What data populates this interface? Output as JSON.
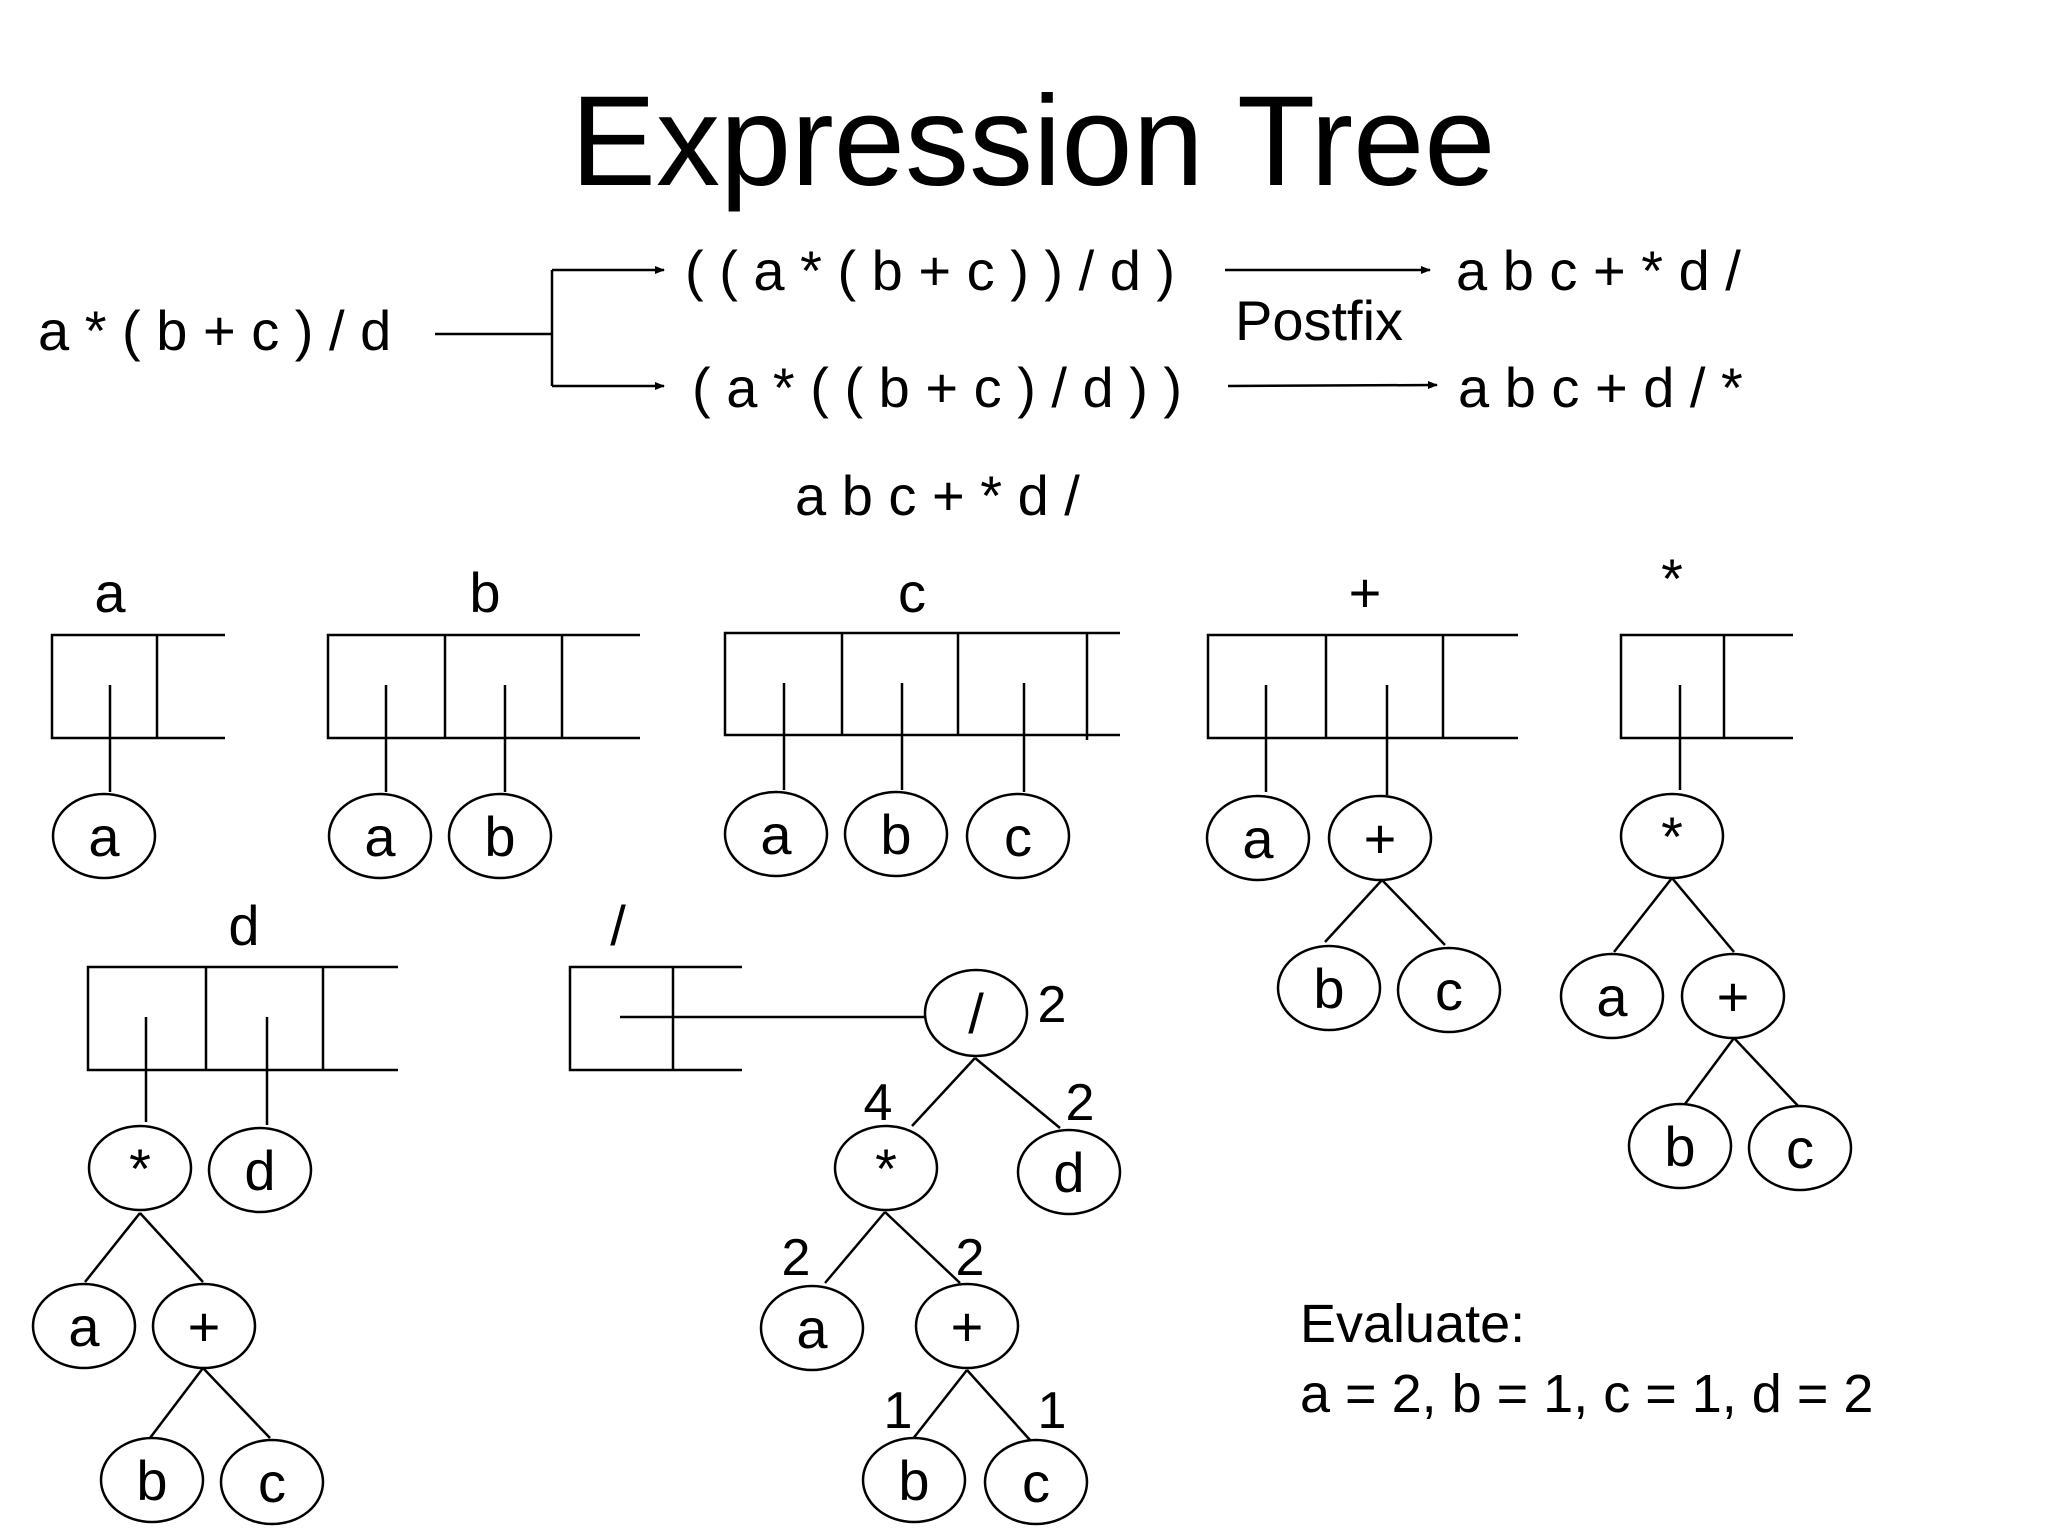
{
  "title": "Expression Tree",
  "infix": "a * ( b + c ) / d",
  "parenthesizations": [
    {
      "expr": "( ( a * ( b + c ) ) / d )",
      "postfix": "a b c + * d /"
    },
    {
      "expr": "( a * ( ( b + c ) / d ) )",
      "postfix": "a b c + d / *"
    }
  ],
  "arrow_label": "Postfix",
  "postfix_input": "a b c + * d /",
  "steps": {
    "a": "a",
    "b": "b",
    "c": "c",
    "plus": "+",
    "star": "*",
    "d": "d",
    "slash": "/"
  },
  "nodes": {
    "a": "a",
    "b": "b",
    "c": "c",
    "d": "d",
    "plus": "+",
    "star": "*",
    "slash": "/"
  },
  "evaluation": {
    "root": "2",
    "star": "4",
    "d": "2",
    "a": "2",
    "plus": "2",
    "b": "1",
    "c": "1"
  },
  "evaluate": {
    "heading": "Evaluate:",
    "values": "a = 2, b = 1, c = 1, d = 2"
  },
  "colors": {
    "ink": "#000000",
    "background": "#ffffff"
  }
}
